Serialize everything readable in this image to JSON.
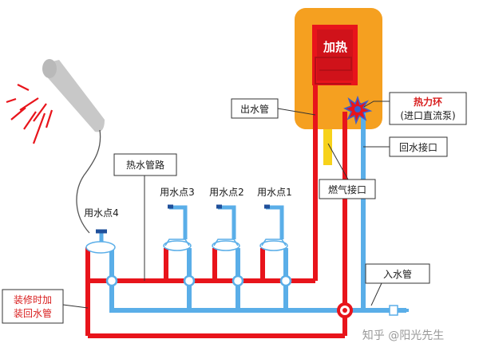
{
  "labels": {
    "heating": "加热",
    "outlet_pipe": "出水管",
    "heat_loop": "热力环",
    "heat_loop_sub": "(进口直流泵)",
    "return_port": "回水接口",
    "gas_port": "燃气接口",
    "hot_water_pipe": "热水管路",
    "inlet_pipe": "入水管",
    "return_pipe_line1": "装修时加",
    "return_pipe_line2": "装回水管",
    "point1": "用水点1",
    "point2": "用水点2",
    "point3": "用水点3",
    "point4": "用水点4"
  },
  "watermark": "知乎 @阳光先生",
  "colors": {
    "hot_pipe": "#e8141b",
    "cold_pipe": "#5aaee8",
    "heater_body": "#f5a020",
    "heater_inner": "#e8141b",
    "gas_pipe": "#f7d21a",
    "label_border": "#333333",
    "accent_text": "#d81e1e"
  }
}
